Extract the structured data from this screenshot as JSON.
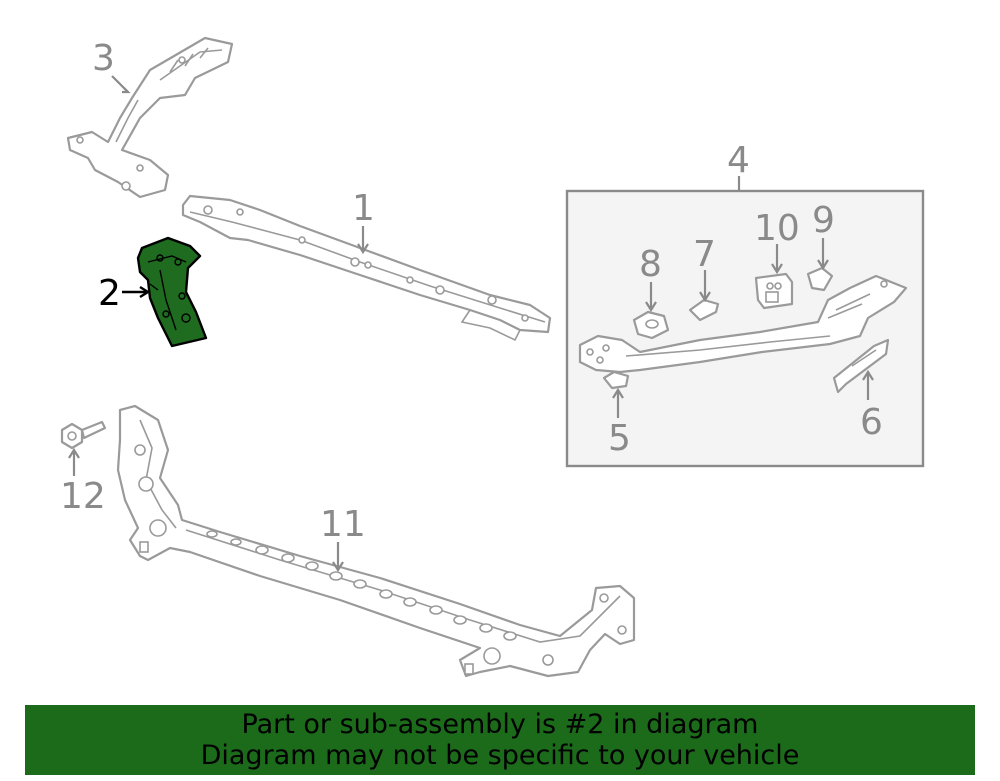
{
  "callouts": {
    "c1": "1",
    "c2": "2",
    "c3": "3",
    "c4": "4",
    "c5": "5",
    "c6": "6",
    "c7": "7",
    "c8": "8",
    "c9": "9",
    "c10": "10",
    "c11": "11",
    "c12": "12"
  },
  "highlighted_part": "2",
  "colors": {
    "highlight": "#1f6b1f",
    "banner": "#1b6b1b",
    "line_art": "#9a9a9a"
  },
  "banner": {
    "line1": "Part or sub-assembly is #2 in diagram",
    "line2": "Diagram may not be specific to your vehicle"
  }
}
